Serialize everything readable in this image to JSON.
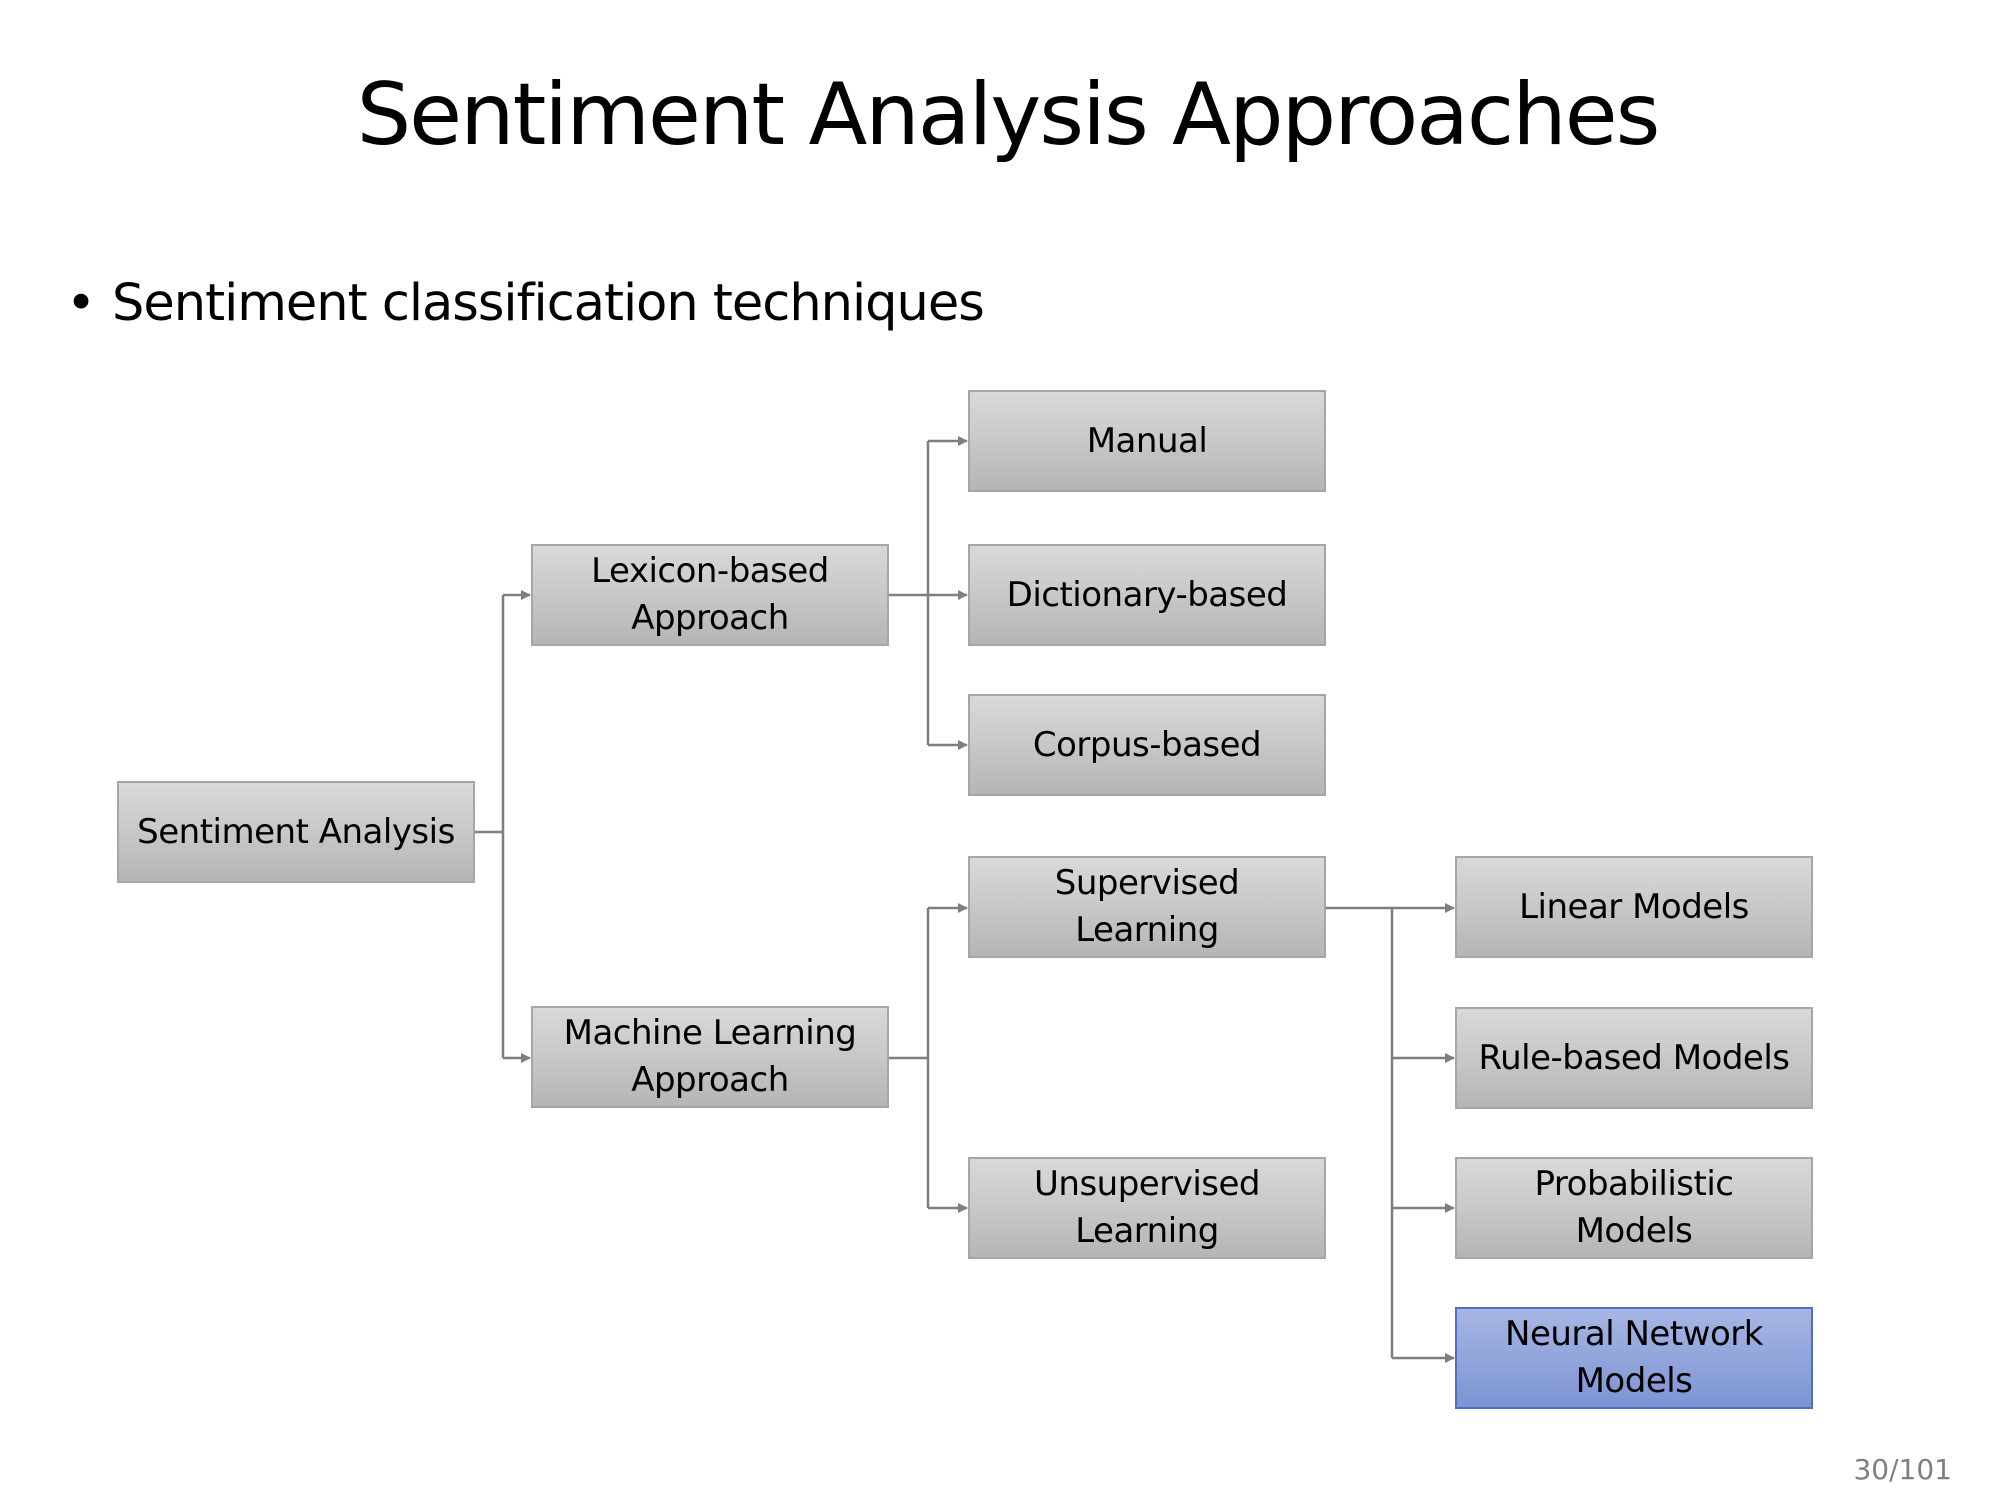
{
  "slide": {
    "title": "Sentiment Analysis Approaches",
    "bullet": "Sentiment classification techniques",
    "page_number": "30/101"
  },
  "diagram": {
    "root": "Sentiment Analysis",
    "lexicon": {
      "label": "Lexicon-based Approach",
      "children": [
        "Manual",
        "Dictionary-based",
        "Corpus-based"
      ]
    },
    "machine_learning": {
      "label": "Machine Learning Approach",
      "children": [
        "Supervised Learning",
        "Unsupervised Learning"
      ]
    },
    "supervised_models": [
      "Linear Models",
      "Rule-based Models",
      "Probabilistic Models",
      "Neural Network Models"
    ],
    "highlighted": "Neural Network Models",
    "colors": {
      "node_fill": "#c6c6c6",
      "node_border": "#a6a6a6",
      "highlight_fill": "#90a4db",
      "highlight_border": "#4f6fbf",
      "connector": "#7f7f7f"
    }
  }
}
